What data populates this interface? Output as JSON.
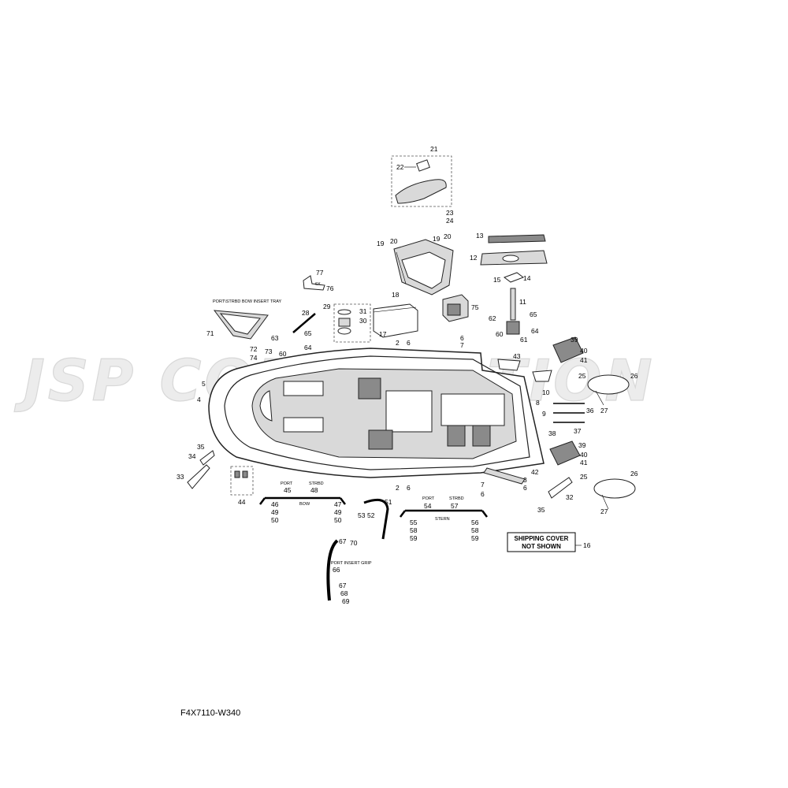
{
  "watermark": {
    "text": "JSP CORPORATION",
    "color": "#e2e2e2"
  },
  "diagram_code": "F4X7110-W340",
  "group_labels": {
    "bow_insert_tray": "PORT\\STRBD BOW INSERT TRAY",
    "port_insert_grip": "PORT INSERT GRIP",
    "bow": "BOW",
    "stern": "STERN",
    "port_a": "PORT",
    "strbd_a": "STRBD",
    "port_b": "PORT",
    "strbd_b": "STRBD",
    "qty_6x": "6X"
  },
  "shipping_note": {
    "line1": "SHIPPING COVER",
    "line2": "NOT SHOWN",
    "ref": "16"
  },
  "callouts": [
    "21",
    "22",
    "23",
    "24",
    "19",
    "20",
    "20",
    "19",
    "13",
    "12",
    "15",
    "14",
    "77",
    "76",
    "18",
    "11",
    "75",
    "17",
    "29",
    "31",
    "30",
    "28",
    "71",
    "63",
    "65",
    "72",
    "73",
    "74",
    "60",
    "64",
    "62",
    "65",
    "60",
    "61",
    "64",
    "2",
    "6",
    "6",
    "7",
    "39",
    "40",
    "41",
    "25",
    "26",
    "43",
    "10",
    "5",
    "4",
    "8",
    "9",
    "27",
    "36",
    "38",
    "37",
    "39",
    "40",
    "41",
    "25",
    "26",
    "35",
    "34",
    "33",
    "44",
    "2",
    "6",
    "3",
    "6",
    "42",
    "7",
    "6",
    "32",
    "35",
    "27",
    "45",
    "48",
    "46",
    "49",
    "50",
    "47",
    "49",
    "50",
    "53",
    "52",
    "51",
    "54",
    "57",
    "55",
    "58",
    "59",
    "56",
    "58",
    "59",
    "67",
    "70",
    "66",
    "67",
    "68",
    "69"
  ]
}
